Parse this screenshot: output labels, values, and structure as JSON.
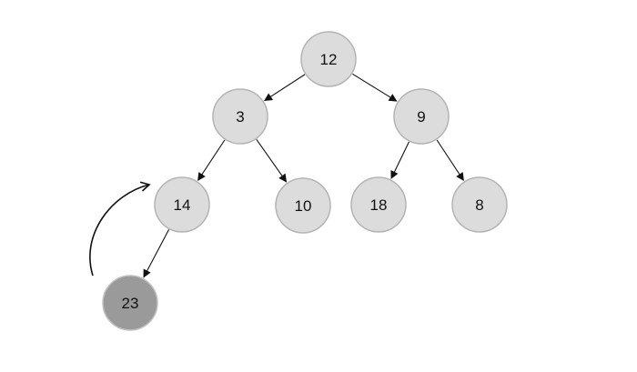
{
  "diagram": {
    "nodes": [
      {
        "id": "n12",
        "label": "12",
        "highlighted": false
      },
      {
        "id": "n3",
        "label": "3",
        "highlighted": false
      },
      {
        "id": "n9",
        "label": "9",
        "highlighted": false
      },
      {
        "id": "n14",
        "label": "14",
        "highlighted": false
      },
      {
        "id": "n10",
        "label": "10",
        "highlighted": false
      },
      {
        "id": "n18",
        "label": "18",
        "highlighted": false
      },
      {
        "id": "n8",
        "label": "8",
        "highlighted": false
      },
      {
        "id": "n23",
        "label": "23",
        "highlighted": true
      }
    ],
    "edges": [
      {
        "from": "n12",
        "to": "n3"
      },
      {
        "from": "n12",
        "to": "n9"
      },
      {
        "from": "n3",
        "to": "n14"
      },
      {
        "from": "n3",
        "to": "n10"
      },
      {
        "from": "n9",
        "to": "n18"
      },
      {
        "from": "n9",
        "to": "n8"
      },
      {
        "from": "n14",
        "to": "n23"
      }
    ],
    "swap_arrow": {
      "from": "n23",
      "to": "n14"
    },
    "colors": {
      "node_fill": "#dcdcdc",
      "node_stroke": "#b4b4b4",
      "highlight_fill": "#9a9a9a",
      "highlight_stroke": "#c2c2c2",
      "edge": "#111111",
      "background": "#ffffff"
    }
  }
}
